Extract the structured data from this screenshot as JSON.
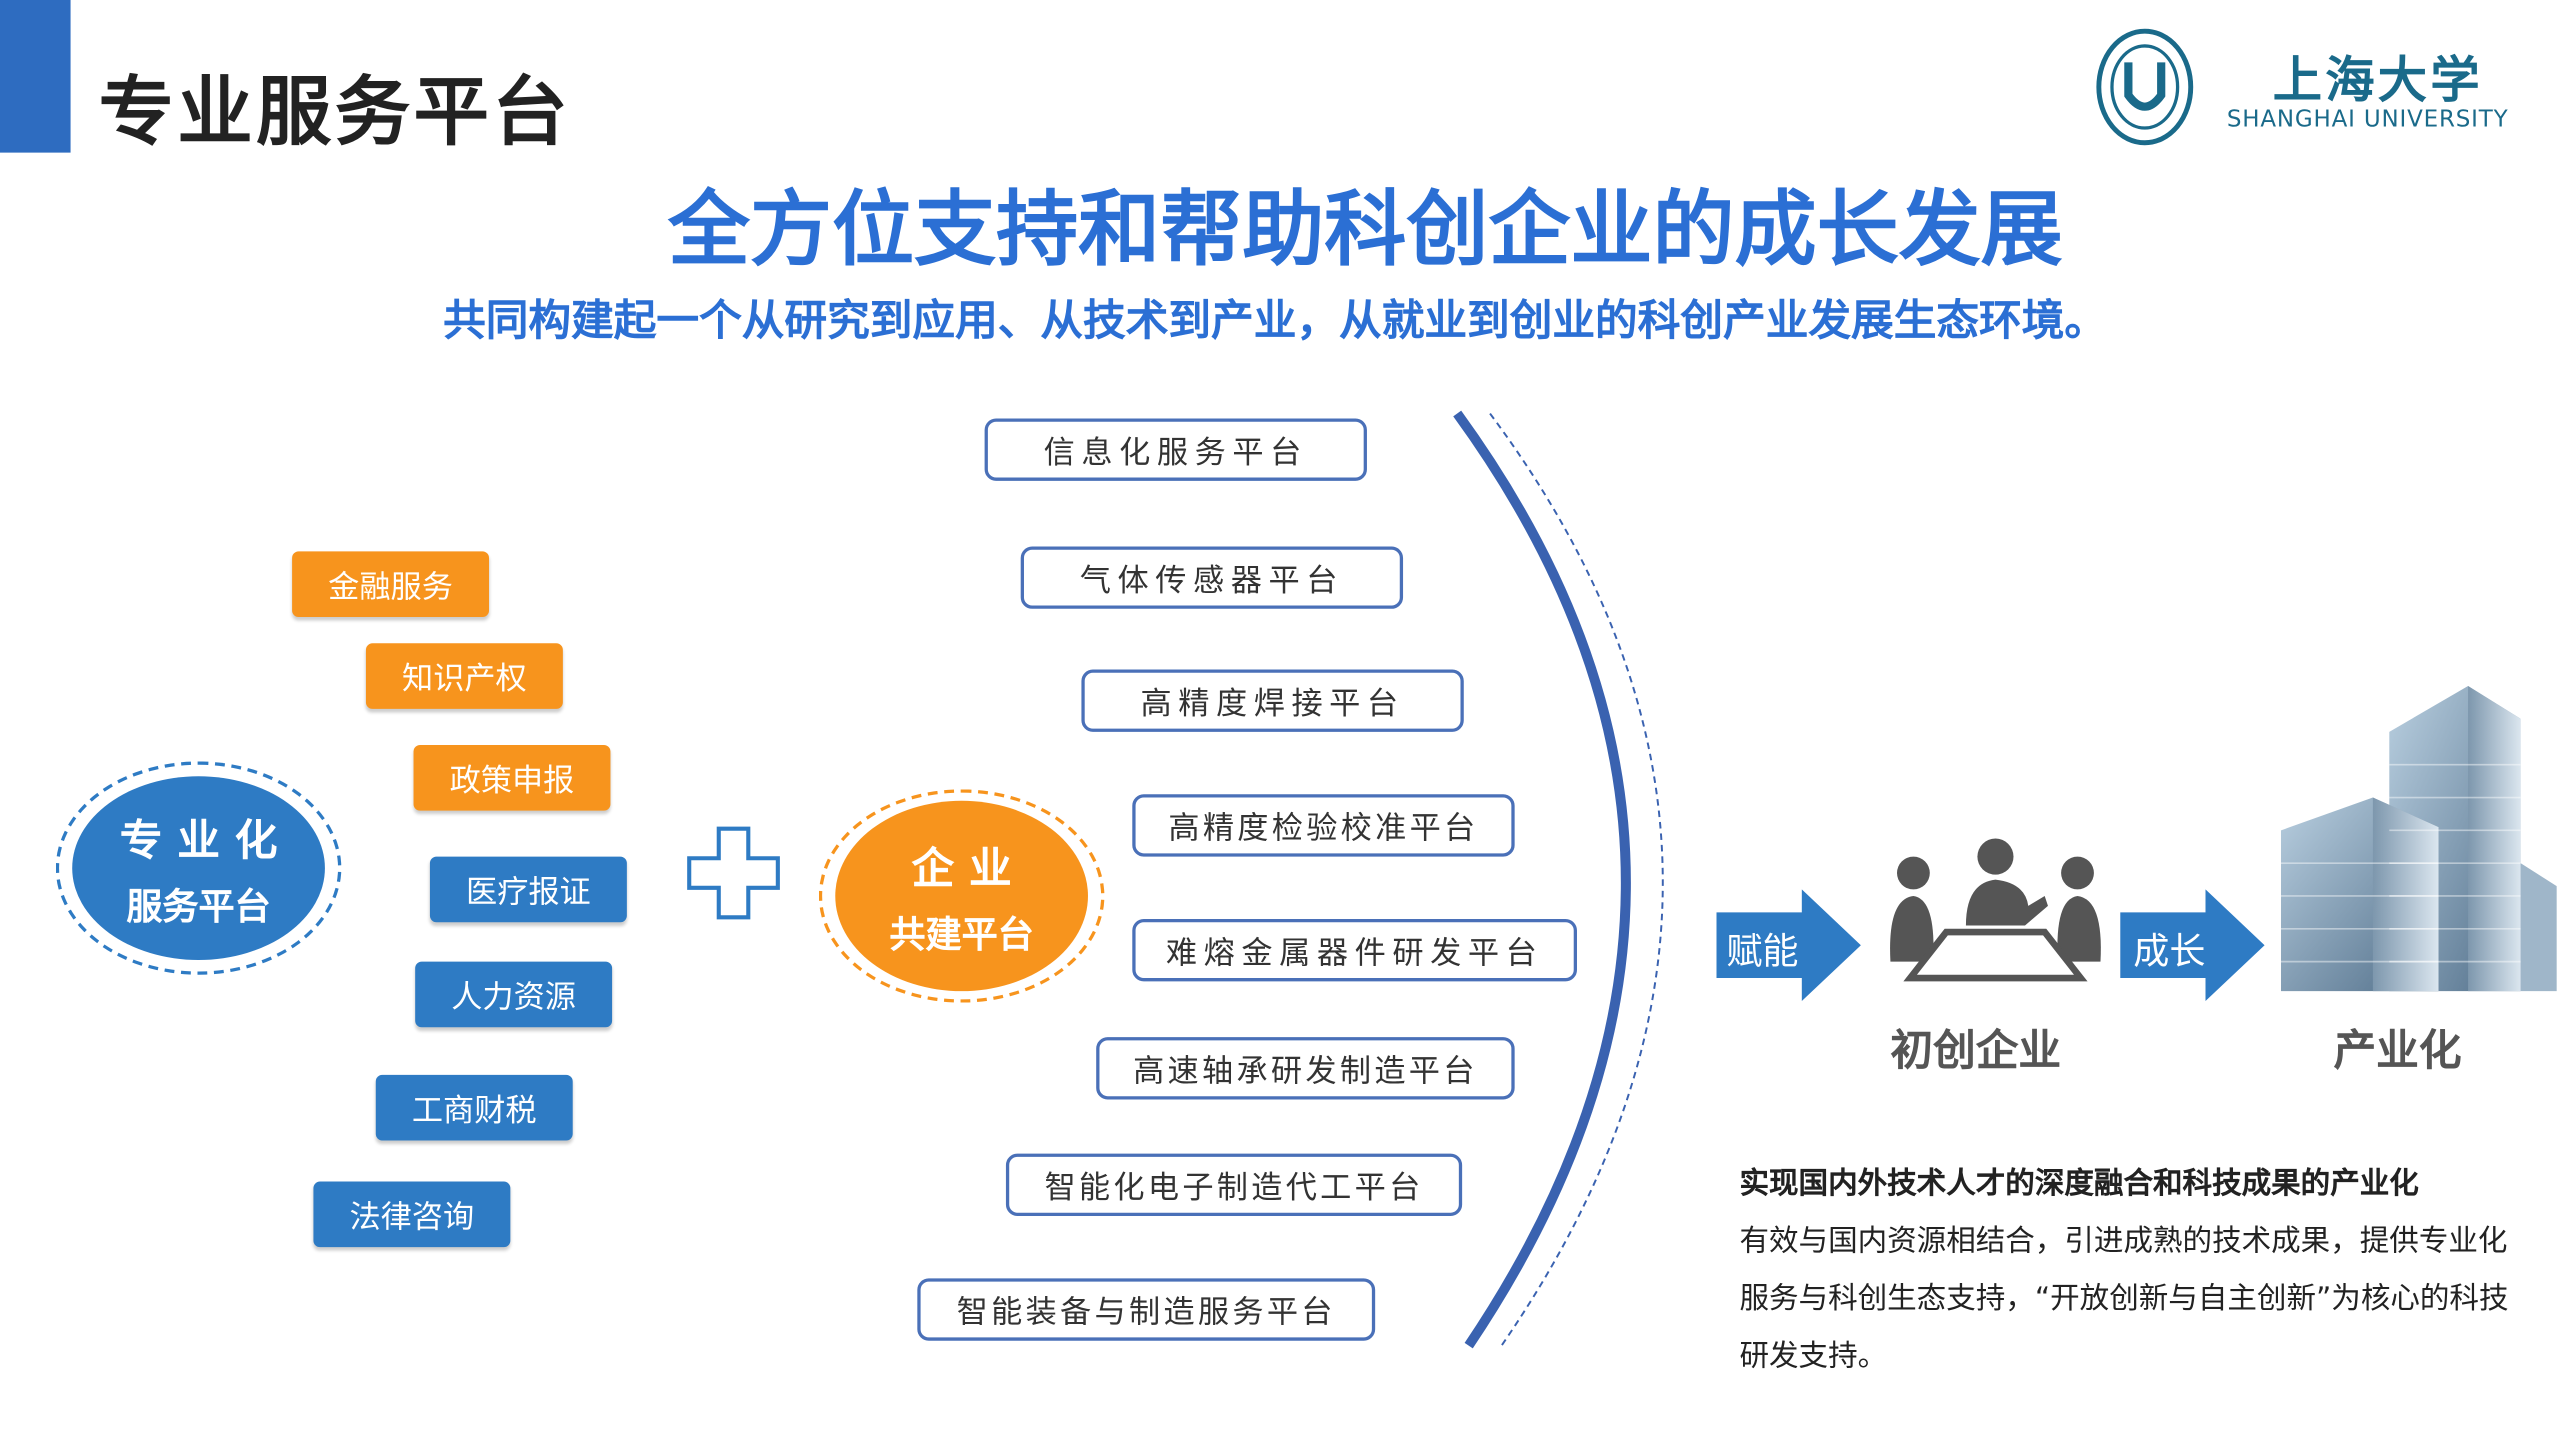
{
  "header": {
    "title": "专业服务平台",
    "logo_cn": "上海大学",
    "logo_en": "SHANGHAI UNIVERSITY"
  },
  "headline": "全方位支持和帮助科创企业的成长发展",
  "subtitle": "共同构建起一个从研究到应用、从技术到产业，从就业到创业的科创产业发展生态环境。",
  "left_hub": {
    "line1": "专 业 化",
    "line2": "服务平台"
  },
  "services": [
    "金融服务",
    "知识产权",
    "政策申报",
    "医疗报证",
    "人力资源",
    "工商财税",
    "法律咨询"
  ],
  "center_hub": {
    "line1": "企 业",
    "line2": "共建平台"
  },
  "platforms": [
    "信息化服务平台",
    "气体传感器平台",
    "高精度焊接平台",
    "高精度检验校准平台",
    "难熔金属器件研发平台",
    "高速轴承研发制造平台",
    "智能化电子制造代工平台",
    "智能装备与制造服务平台"
  ],
  "flow": {
    "arrow1": "赋能",
    "stage1": "初创企业",
    "arrow2": "成长",
    "stage2": "产业化"
  },
  "description": {
    "heading": "实现国内外技术人才的深度融合和科技成果的产业化",
    "body": "有效与国内资源相结合，引进成熟的技术成果，提供专业化服务与科创生态支持，“开放创新与自主创新”为核心的科技研发支持。"
  },
  "colors": {
    "blue": "#2e7bc4",
    "orange": "#f7941d",
    "title_blue": "#2b6fd4"
  }
}
